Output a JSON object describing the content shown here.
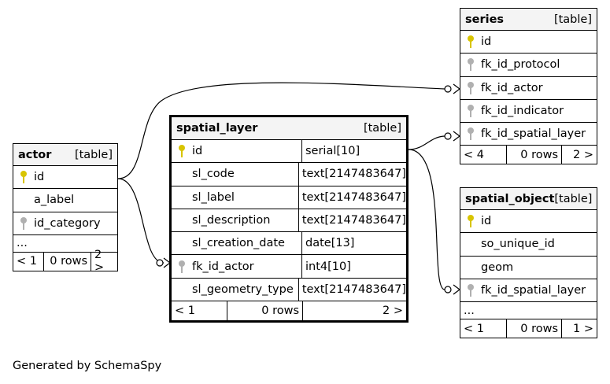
{
  "tables": {
    "actor": {
      "name": "actor",
      "kind": "[table]",
      "columns": [
        {
          "name": "id",
          "key": "pk"
        },
        {
          "name": "a_label",
          "key": ""
        },
        {
          "name": "id_category",
          "key": "fk"
        }
      ],
      "more": "...",
      "footer": {
        "left": "< 1",
        "mid": "0 rows",
        "right": "2 >"
      }
    },
    "spatial_layer": {
      "name": "spatial_layer",
      "kind": "[table]",
      "columns": [
        {
          "name": "id",
          "type": "serial[10]",
          "key": "pk"
        },
        {
          "name": "sl_code",
          "type": "text[2147483647]",
          "key": ""
        },
        {
          "name": "sl_label",
          "type": "text[2147483647]",
          "key": ""
        },
        {
          "name": "sl_description",
          "type": "text[2147483647]",
          "key": ""
        },
        {
          "name": "sl_creation_date",
          "type": "date[13]",
          "key": ""
        },
        {
          "name": "fk_id_actor",
          "type": "int4[10]",
          "key": "fk"
        },
        {
          "name": "sl_geometry_type",
          "type": "text[2147483647]",
          "key": ""
        }
      ],
      "footer": {
        "left": "< 1",
        "mid": "0 rows",
        "right": "2 >"
      }
    },
    "series": {
      "name": "series",
      "kind": "[table]",
      "columns": [
        {
          "name": "id",
          "key": "pk"
        },
        {
          "name": "fk_id_protocol",
          "key": "fk"
        },
        {
          "name": "fk_id_actor",
          "key": "fk"
        },
        {
          "name": "fk_id_indicator",
          "key": "fk"
        },
        {
          "name": "fk_id_spatial_layer",
          "key": "fk"
        }
      ],
      "footer": {
        "left": "< 4",
        "mid": "0 rows",
        "right": "2 >"
      }
    },
    "spatial_object": {
      "name": "spatial_object",
      "kind": "[table]",
      "columns": [
        {
          "name": "id",
          "key": "pk"
        },
        {
          "name": "so_unique_id",
          "key": ""
        },
        {
          "name": "geom",
          "key": ""
        },
        {
          "name": "fk_id_spatial_layer",
          "key": "fk"
        }
      ],
      "more": "...",
      "footer": {
        "left": "< 1",
        "mid": "0 rows",
        "right": "1 >"
      }
    }
  },
  "colors": {
    "pk_key": "#d8c400",
    "fk_key": "#b0b0b0"
  },
  "generated_by": "Generated by SchemaSpy"
}
